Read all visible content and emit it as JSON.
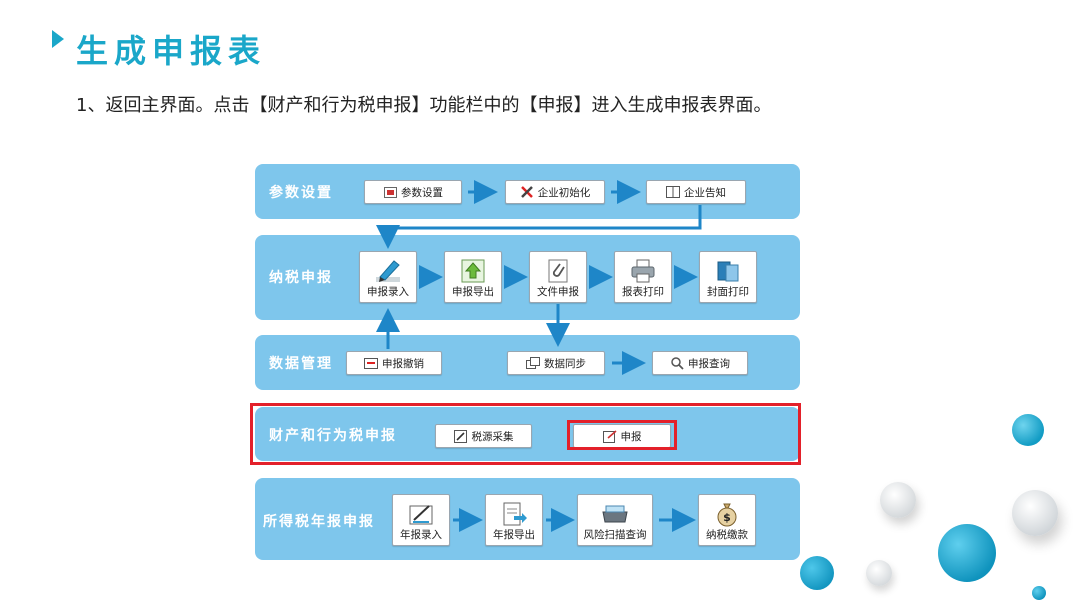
{
  "slide": {
    "title": "生成申报表",
    "instruction": "1、返回主界面。点击【财产和行为税申报】功能栏中的【申报】进入生成申报表界面。"
  },
  "colors": {
    "accent": "#1aa7c9",
    "panel": "#7ec6ec",
    "arrow": "#1e86c8",
    "highlight": "#e3202a"
  },
  "diagram": {
    "settings": {
      "label": "参数设置",
      "buttons": [
        "参数设置",
        "企业初始化",
        "企业告知"
      ]
    },
    "filing": {
      "label": "纳税申报",
      "buttons": [
        "申报录入",
        "申报导出",
        "文件申报",
        "报表打印",
        "封面打印"
      ]
    },
    "data": {
      "label": "数据管理",
      "buttons": [
        "申报撤销",
        "数据同步",
        "申报查询"
      ]
    },
    "property": {
      "label": "财产和行为税申报",
      "buttons": [
        "税源采集",
        "申报"
      ]
    },
    "income": {
      "label": "所得税年报申报",
      "buttons": [
        "年报录入",
        "年报导出",
        "风险扫描查询",
        "纳税缴款"
      ]
    }
  }
}
